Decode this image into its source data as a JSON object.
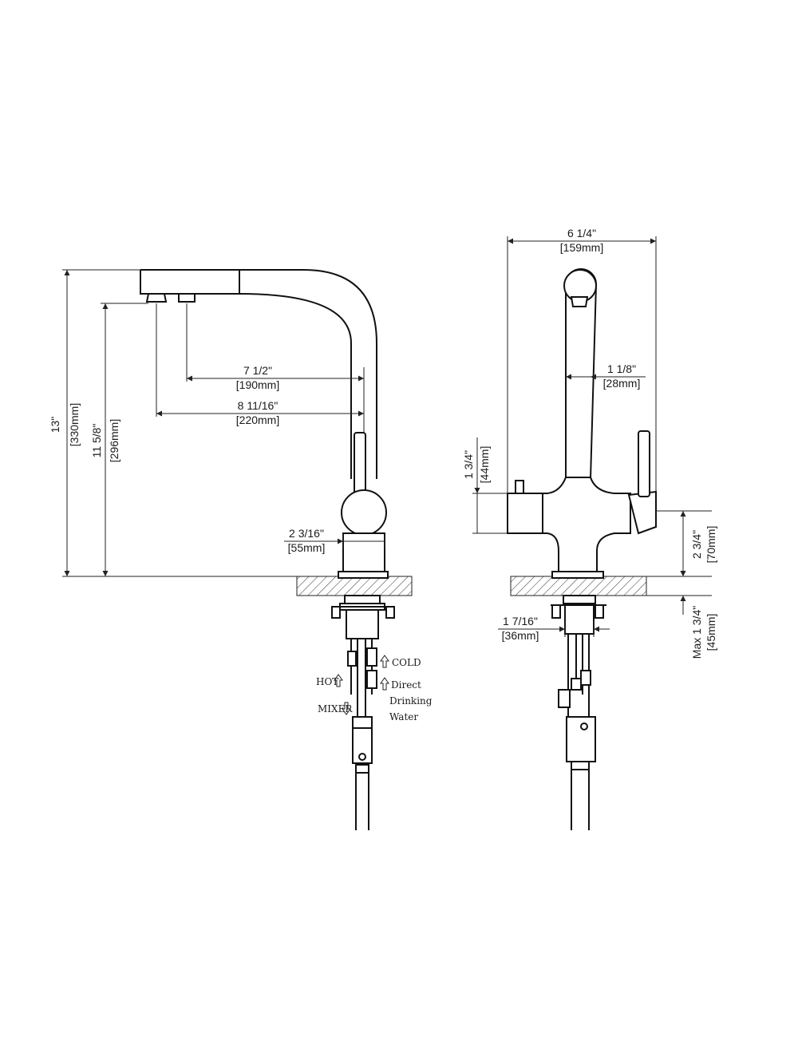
{
  "side_view": {
    "height_total": {
      "imperial": "13\"",
      "metric": "[330mm]"
    },
    "height_outlet": {
      "imperial": "11 5/8\"",
      "metric": "[296mm]"
    },
    "reach_short": {
      "imperial": "7 1/2\"",
      "metric": "[190mm]"
    },
    "reach_long": {
      "imperial": "8 11/16\"",
      "metric": "[220mm]"
    },
    "base_width": {
      "imperial": "2 3/16\"",
      "metric": "[55mm]"
    },
    "hose_labels": {
      "cold": "COLD",
      "hot": "HOT",
      "mixer": "MIXER",
      "direct_1": "Direct",
      "direct_2": "Drinking",
      "direct_3": "Water"
    }
  },
  "front_view": {
    "width_total": {
      "imperial": "6 1/4\"",
      "metric": "[159mm]"
    },
    "spout_diameter": {
      "imperial": "1 1/8\"",
      "metric": "[28mm]"
    },
    "body_height": {
      "imperial": "1 3/4\"",
      "metric": "[44mm]"
    },
    "base_height": {
      "imperial": "2 3/4\"",
      "metric": "[70mm]"
    },
    "shank_diameter": {
      "imperial": "1 7/16\"",
      "metric": "[36mm]"
    },
    "deck_thickness": {
      "imperial": "Max 1 3/4\"",
      "metric": "[45mm]"
    }
  }
}
